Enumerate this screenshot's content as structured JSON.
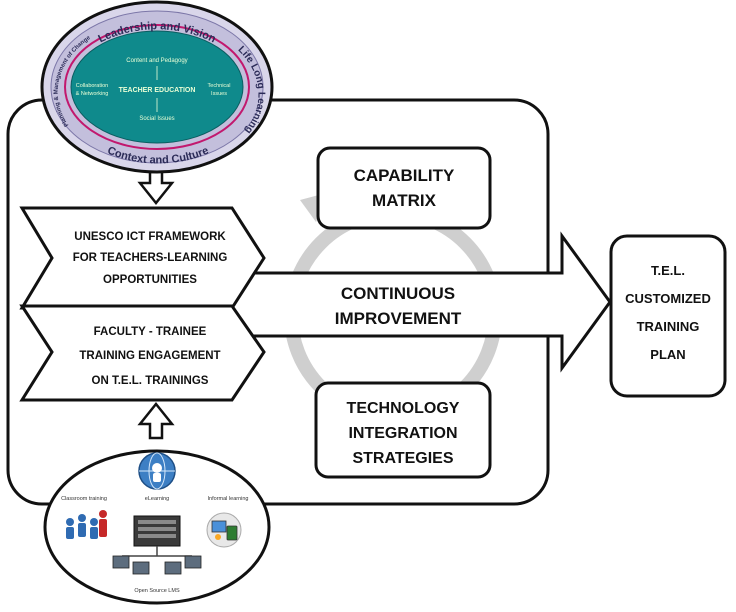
{
  "top_oval": {
    "arc_top": "Leadership and Vision",
    "arc_left": "Planning & Management of Change",
    "arc_right": "Life Long Learning",
    "arc_bottom": "Context and Culture",
    "inner_top": "Content and Pedagogy",
    "inner_center": "TEACHER EDUCATION",
    "inner_left_1": "Collaboration",
    "inner_left_2": "& Networking",
    "inner_right_1": "Technical",
    "inner_right_2": "Issues",
    "inner_bottom": "Social Issues"
  },
  "left_arrows": {
    "top": [
      "UNESCO ICT FRAMEWORK",
      "FOR TEACHERS-LEARNING",
      "OPPORTUNITIES"
    ],
    "bottom": [
      "FACULTY - TRAINEE",
      "TRAINING ENGAGEMENT",
      "ON T.E.L. TRAININGS"
    ]
  },
  "center": {
    "capability": [
      "CAPABILITY",
      "MATRIX"
    ],
    "improvement": [
      "CONTINUOUS",
      "IMPROVEMENT"
    ],
    "technology": [
      "TECHNOLOGY",
      "INTEGRATION",
      "STRATEGIES"
    ]
  },
  "output_box": [
    "T.E.L.",
    "CUSTOMIZED",
    "TRAINING",
    "PLAN"
  ],
  "bottom_oval": {
    "label_left": "Classroom training",
    "label_center": "eLearning",
    "label_right": "Informal learning",
    "label_bottom": "Open Source LMS"
  },
  "colors": {
    "teal": "#0f8a8c",
    "lavender": "#c8c4dd",
    "magenta": "#c2186e",
    "cycle_gray": "#cfcfcf",
    "ink": "#111111"
  }
}
